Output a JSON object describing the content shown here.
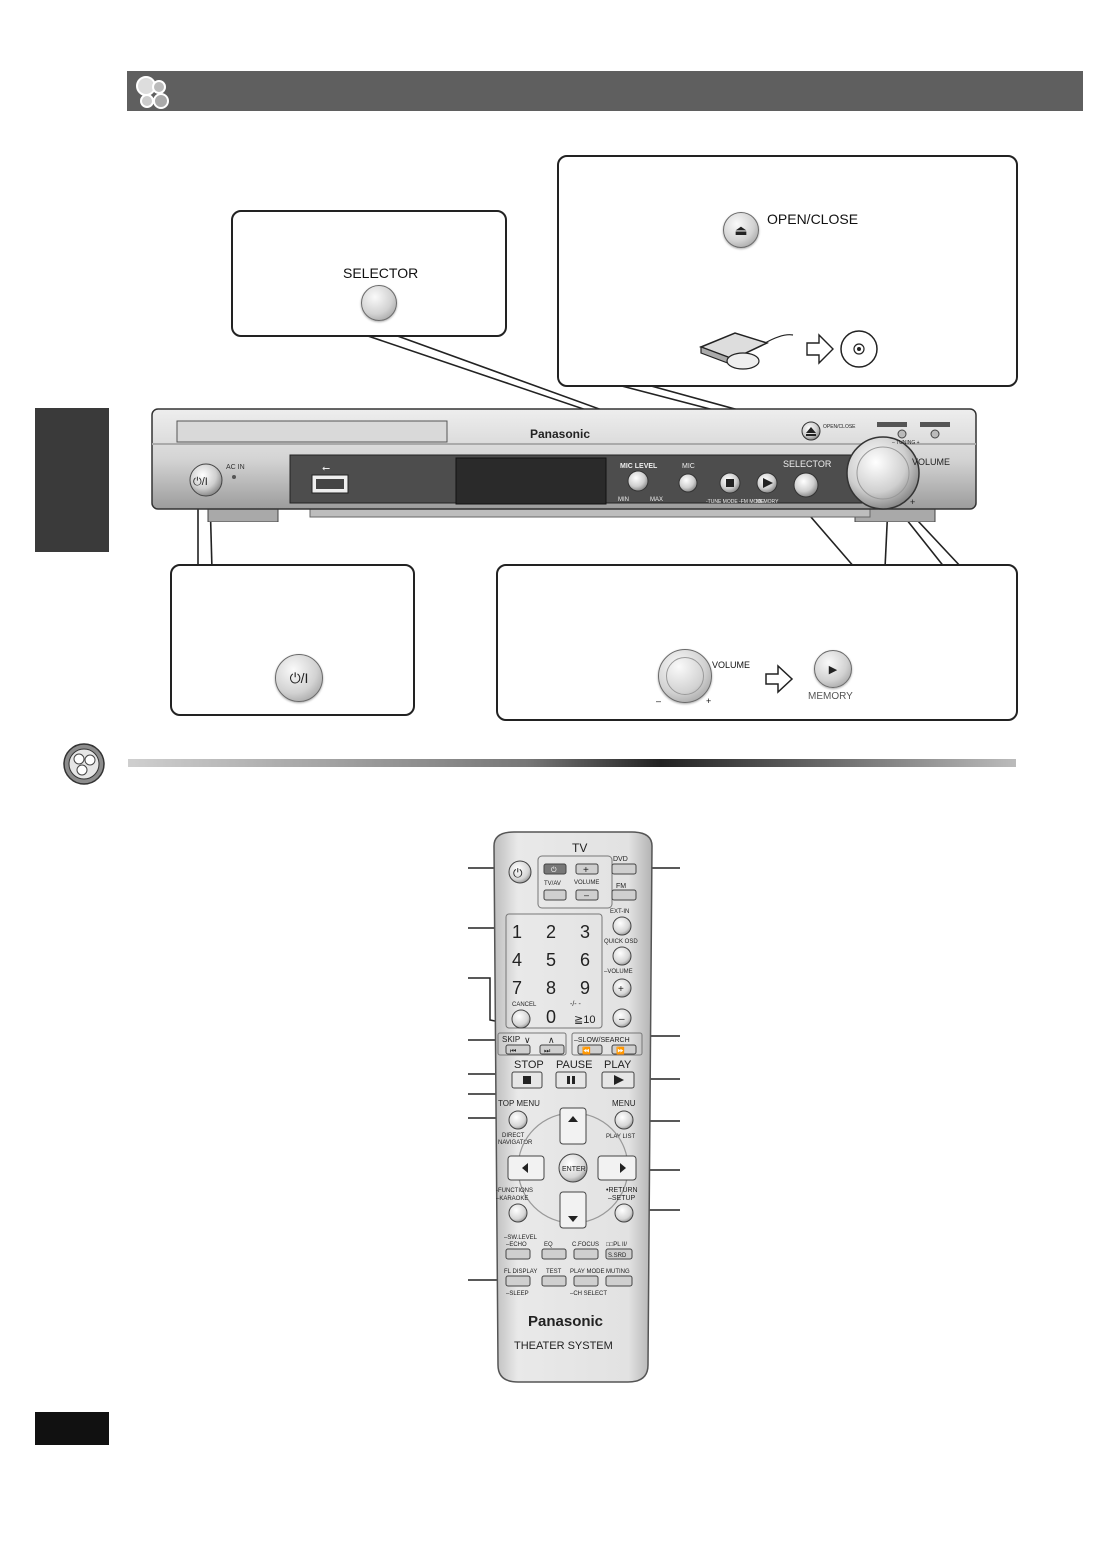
{
  "callouts": {
    "selector": {
      "label": "SELECTOR"
    },
    "open_close": {
      "label": "OPEN/CLOSE"
    },
    "power": {
      "label": "⏻/I"
    },
    "volume": {
      "volume_label": "VOLUME",
      "minus": "–",
      "plus": "+",
      "memory_label": "MEMORY"
    }
  },
  "main_unit": {
    "brand": "Panasonic",
    "ac_in": "AC IN",
    "power_symbol": "⏻/I",
    "mic_level": "MIC LEVEL",
    "min": "MIN",
    "max": "MAX",
    "mic": "MIC",
    "tune_mode": "-TUNE MODE -FM MODE",
    "memory": "MEMORY",
    "selector": "SELECTOR",
    "volume": "VOLUME",
    "open_close_small": "OPEN/CLOSE",
    "tuning": "– TUNING +",
    "minus": "–",
    "plus": "+"
  },
  "remote": {
    "tv": "TV",
    "tv_volume": "VOLUME",
    "tv_av": "TV/AV",
    "dvd": "DVD",
    "fm": "FM",
    "ext_in": "EXT-IN",
    "quick_osd": "QUICK OSD",
    "volume": "–VOLUME",
    "digits": [
      "1",
      "2",
      "3",
      "4",
      "5",
      "6",
      "7",
      "8",
      "9",
      "0"
    ],
    "cancel": "CANCEL",
    "plus10": "≧10",
    "dash_slash": "-/- -",
    "skip": "SKIP",
    "slow_search": "–SLOW/SEARCH",
    "stop": "STOP",
    "pause": "PAUSE",
    "play": "PLAY",
    "top_menu": "TOP MENU",
    "direct_navigator": [
      "DIRECT",
      "NAVIGATOR"
    ],
    "menu": "MENU",
    "play_list": "PLAY LIST",
    "enter": "ENTER",
    "functions": [
      "-FUNCTIONS",
      "–KARAOKE"
    ],
    "return": [
      "•RETURN",
      "–SETUP"
    ],
    "row1": [
      "–SW.LEVEL",
      "–ECHO",
      "EQ",
      "C.FOCUS",
      "□□PL II/",
      "S.SRD"
    ],
    "row2": [
      "FL DISPLAY",
      "TEST",
      "PLAY MODE",
      "MUTING"
    ],
    "row2_sub": [
      "–SLEEP",
      "–CH SELECT"
    ],
    "brand": "Panasonic",
    "model": "THEATER SYSTEM"
  }
}
